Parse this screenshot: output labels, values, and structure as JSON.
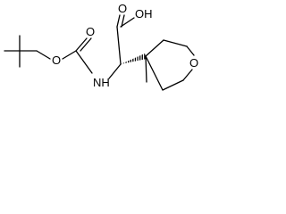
{
  "molecule": {
    "atom_labels": {
      "carboxyl_oh": "OH",
      "carboxyl_o": "O",
      "carbamate_o": "O",
      "ester_o": "O",
      "nh": "NH",
      "ring_o": "O"
    }
  }
}
